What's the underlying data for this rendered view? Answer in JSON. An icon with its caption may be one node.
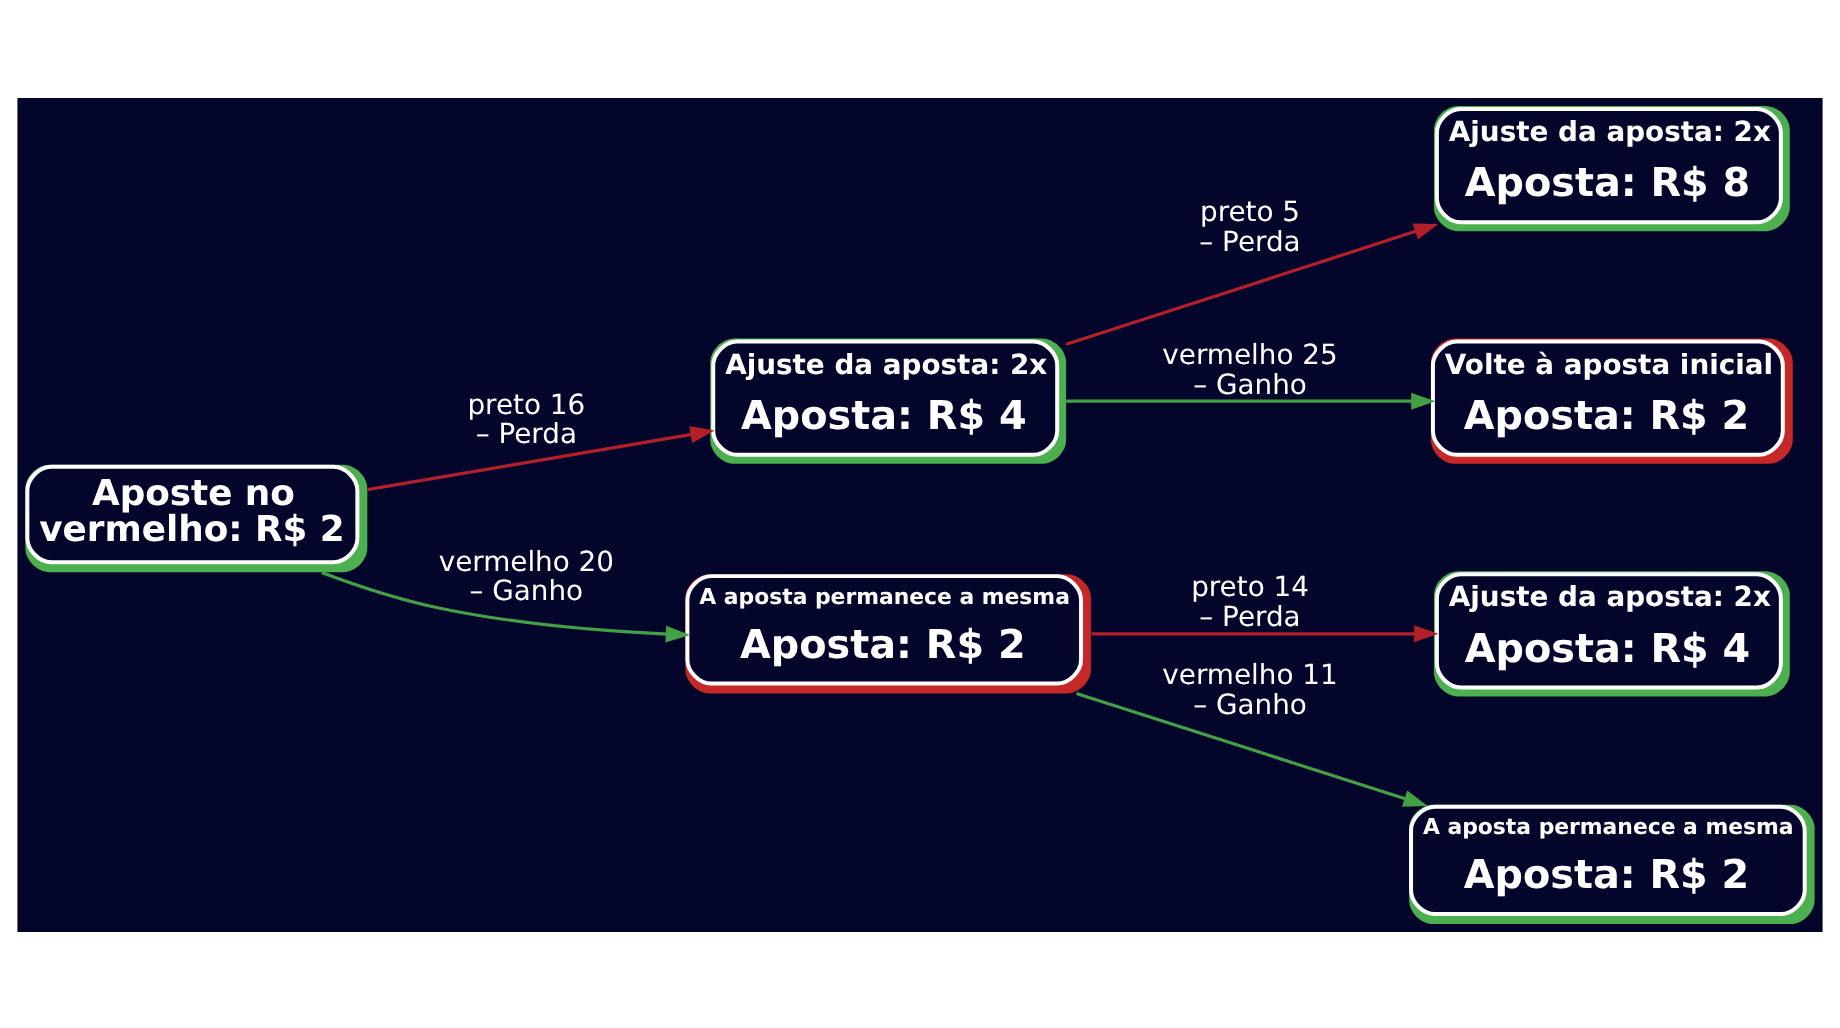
{
  "diagram": {
    "nodes": [
      {
        "text": [
          "Aposte no vermelho: R$ 2"
        ]
      },
      {
        "text": [
          "Ajuste da aposta: 2x",
          "Aposta: R$ 4"
        ]
      },
      {
        "text": [
          "A aposta permanece a mesma",
          "Aposta: R$ 2"
        ]
      },
      {
        "text": [
          "Ajuste da aposta: 2x",
          "Aposta: R$ 8"
        ]
      },
      {
        "text": [
          "Volte à aposta inicial",
          "Aposta: R$ 2"
        ]
      },
      {
        "text": [
          "Ajuste da aposta: 2x",
          "Aposta: R$ 4"
        ]
      },
      {
        "text": [
          "A aposta permanece a mesma",
          "Aposta: R$ 2"
        ]
      }
    ],
    "edges": [
      {
        "from": 0,
        "to": 1,
        "arrow": "to",
        "label": "preto 16 – Perda",
        "color": "#b3202a"
      },
      {
        "from": 0,
        "to": 2,
        "arrow": "to",
        "label": "vermelho 20 – Ganho",
        "color": "#43a047"
      },
      {
        "from": 1,
        "to": 3,
        "arrow": "to",
        "label": "preto 5 – Perda",
        "color": "#b3202a"
      },
      {
        "from": 1,
        "to": 4,
        "arrow": "to",
        "label": "vermelho 25 – Ganho",
        "color": "#43a047"
      },
      {
        "from": 2,
        "to": 5,
        "arrow": "to",
        "label": "preto 14 – Perda",
        "color": "#b3202a"
      },
      {
        "from": 2,
        "to": 6,
        "arrow": "to",
        "label": "vermelho 11 – Ganho",
        "color": "#43a047"
      }
    ]
  }
}
